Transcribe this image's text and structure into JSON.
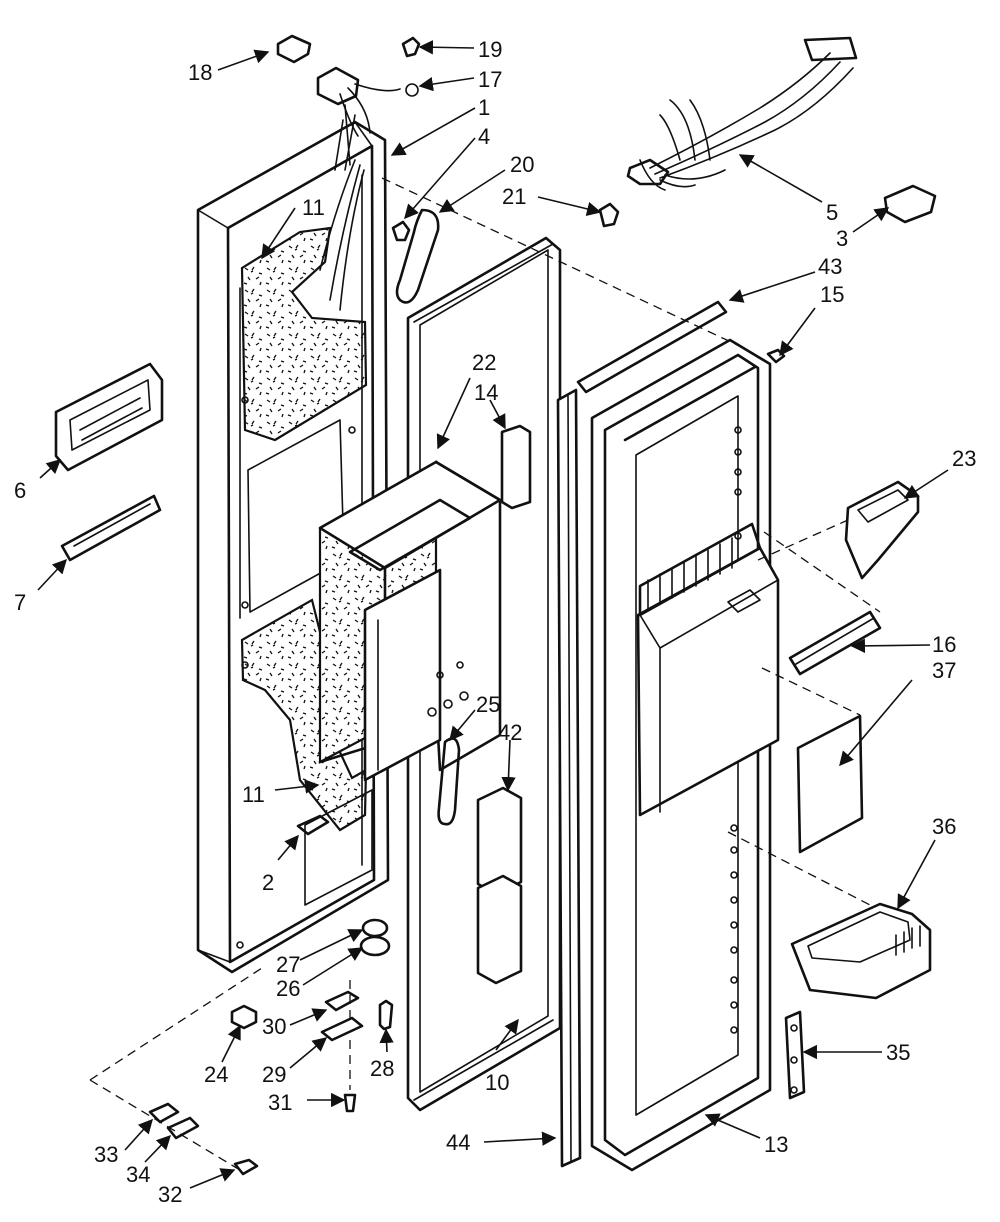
{
  "diagram": {
    "title": "",
    "part_labels": [
      "1",
      "2",
      "3",
      "4",
      "5",
      "6",
      "7",
      "10",
      "11",
      "11",
      "13",
      "14",
      "15",
      "16",
      "17",
      "18",
      "19",
      "20",
      "21",
      "22",
      "23",
      "24",
      "25",
      "26",
      "27",
      "28",
      "29",
      "30",
      "31",
      "32",
      "33",
      "34",
      "35",
      "36",
      "37",
      "42",
      "43",
      "44"
    ]
  }
}
